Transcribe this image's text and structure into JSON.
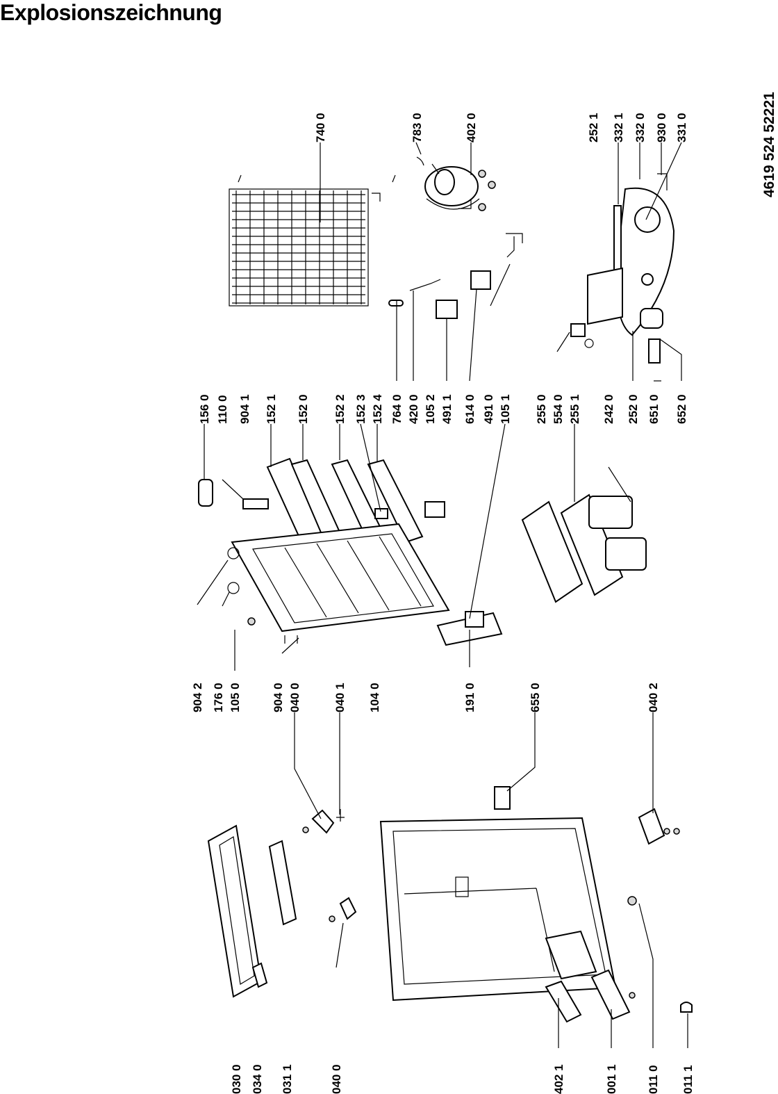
{
  "title": "Explosionszeichnung",
  "document_number": "4619 524 52221",
  "labels": {
    "l7400": "740 0",
    "l7830": "783 0",
    "l4020": "402 0",
    "l2521": "252 1",
    "l3321": "332 1",
    "l3320": "332 0",
    "l9300": "930 0",
    "l3310": "331 0",
    "l1560": "156 0",
    "l1100": "110 0",
    "l9041": "904 1",
    "l1521": "152 1",
    "l1520": "152 0",
    "l1522": "152 2",
    "l1523": "152 3",
    "l1524": "152 4",
    "l7640": "764 0",
    "l4200": "420 0",
    "l1052": "105 2",
    "l4911": "491 1",
    "l6140": "614 0",
    "l4910": "491 0",
    "l1051": "105 1",
    "l2550": "255 0",
    "l5540": "554 0",
    "l2551": "255 1",
    "l2420": "242 0",
    "l2520": "252 0",
    "l6510": "651 0",
    "l6520": "652 0",
    "l9042": "904 2",
    "l1760": "176 0",
    "l1050": "105 0",
    "l9040": "904 0",
    "l0400a": "040 0",
    "l0401": "040 1",
    "l1040": "104 0",
    "l1910": "191 0",
    "l6550": "655 0",
    "l0402": "040 2",
    "l0300": "030 0",
    "l0340": "034 0",
    "l0311": "031 1",
    "l0400b": "040 0",
    "l4021": "402 1",
    "l0011": "001 1",
    "l0110": "011 0",
    "l0111": "011 1"
  }
}
